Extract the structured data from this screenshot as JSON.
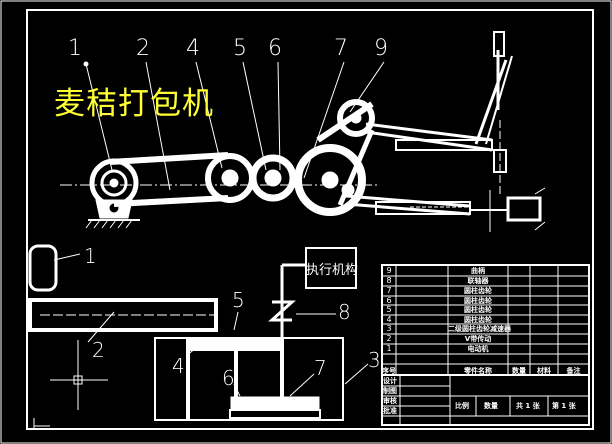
{
  "drawing": {
    "title": "麦秸打包机",
    "actuator_label": "执行机构",
    "callouts_top": [
      "1",
      "2",
      "4",
      "5",
      "6",
      "7",
      "9"
    ],
    "callouts_bottom": [
      "1",
      "2",
      "5",
      "8",
      "4",
      "6",
      "7",
      "3"
    ]
  },
  "parts_list": {
    "rows": [
      {
        "no": "9",
        "name": "曲柄"
      },
      {
        "no": "8",
        "name": "联轴器"
      },
      {
        "no": "7",
        "name": "圆柱齿轮"
      },
      {
        "no": "6",
        "name": "圆柱齿轮"
      },
      {
        "no": "5",
        "name": "圆柱齿轮"
      },
      {
        "no": "4",
        "name": "圆柱齿轮"
      },
      {
        "no": "3",
        "name": "二级圆柱齿轮减速器"
      },
      {
        "no": "2",
        "name": "V带传动"
      },
      {
        "no": "1",
        "name": "电动机"
      }
    ],
    "header": [
      "序号",
      "零件名称",
      "数量",
      "材料",
      "备注"
    ],
    "title_block": {
      "designer": "设计",
      "drawer": "制图",
      "checker": "审核",
      "approver": "批准",
      "scale_label": "比例",
      "qty_label": "数量",
      "sheet_count": "共 1 张",
      "sheet_num": "第 1 张"
    }
  },
  "colors": {
    "background": "#000000",
    "lines": "#ffffff",
    "title": "#ffff33"
  }
}
